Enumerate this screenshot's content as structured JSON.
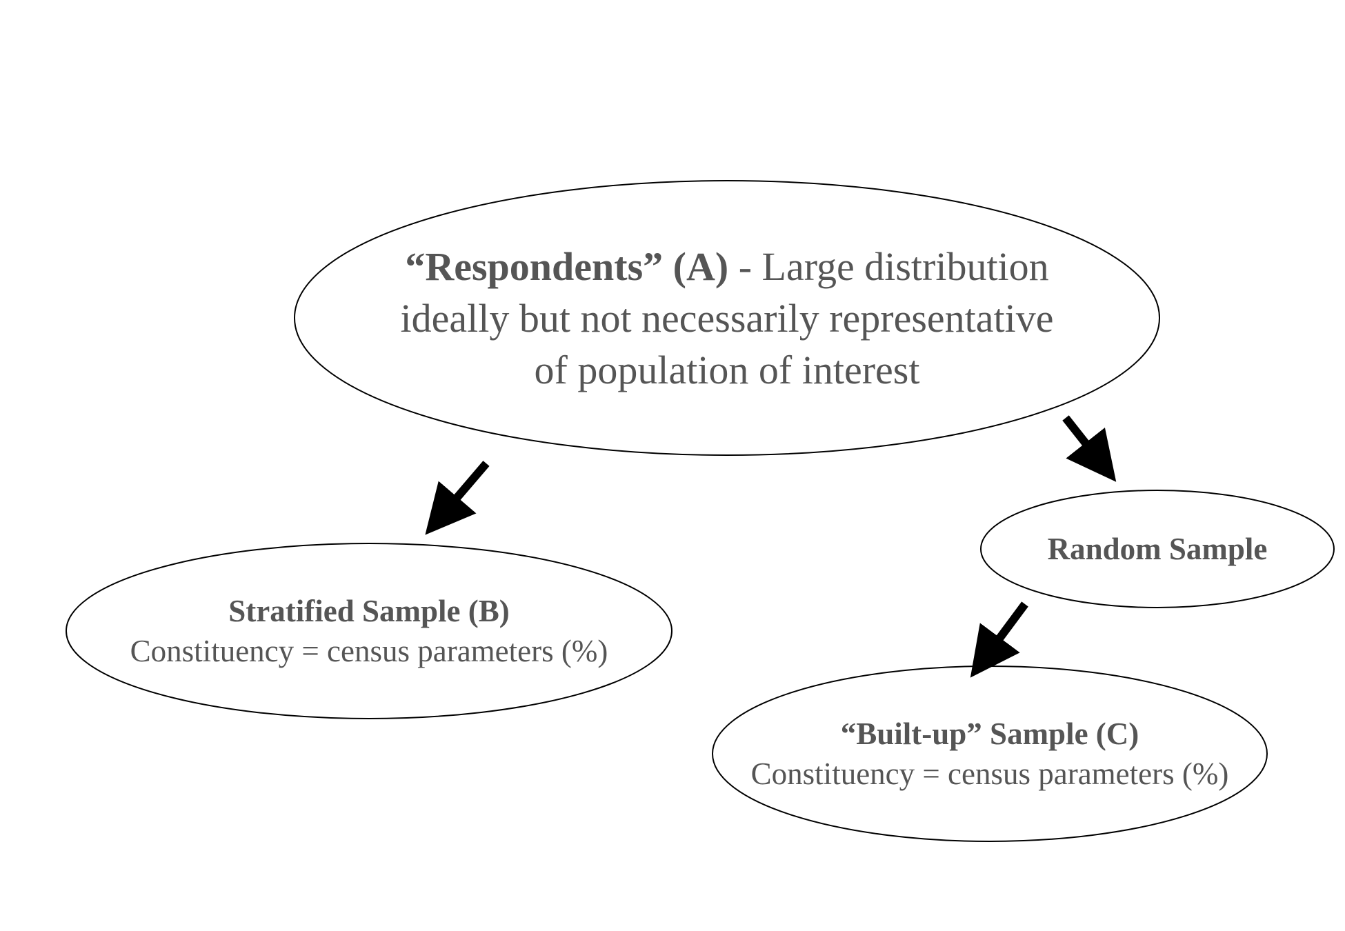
{
  "nodes": {
    "a": {
      "title": "“Respondents” (A)",
      "separator": " - ",
      "line1_rest": "Large distribution",
      "line2": "ideally but not necessarily representative",
      "line3": "of population of interest"
    },
    "b": {
      "title": "Stratified Sample (B)",
      "subtitle": "Constituency = census parameters (%)"
    },
    "random": {
      "title": "Random Sample"
    },
    "c": {
      "title": "“Built-up” Sample (C)",
      "subtitle": "Constituency = census parameters (%)"
    }
  },
  "colors": {
    "text": "#555555",
    "outline": "#000000",
    "arrow": "#000000",
    "background": "#ffffff"
  }
}
